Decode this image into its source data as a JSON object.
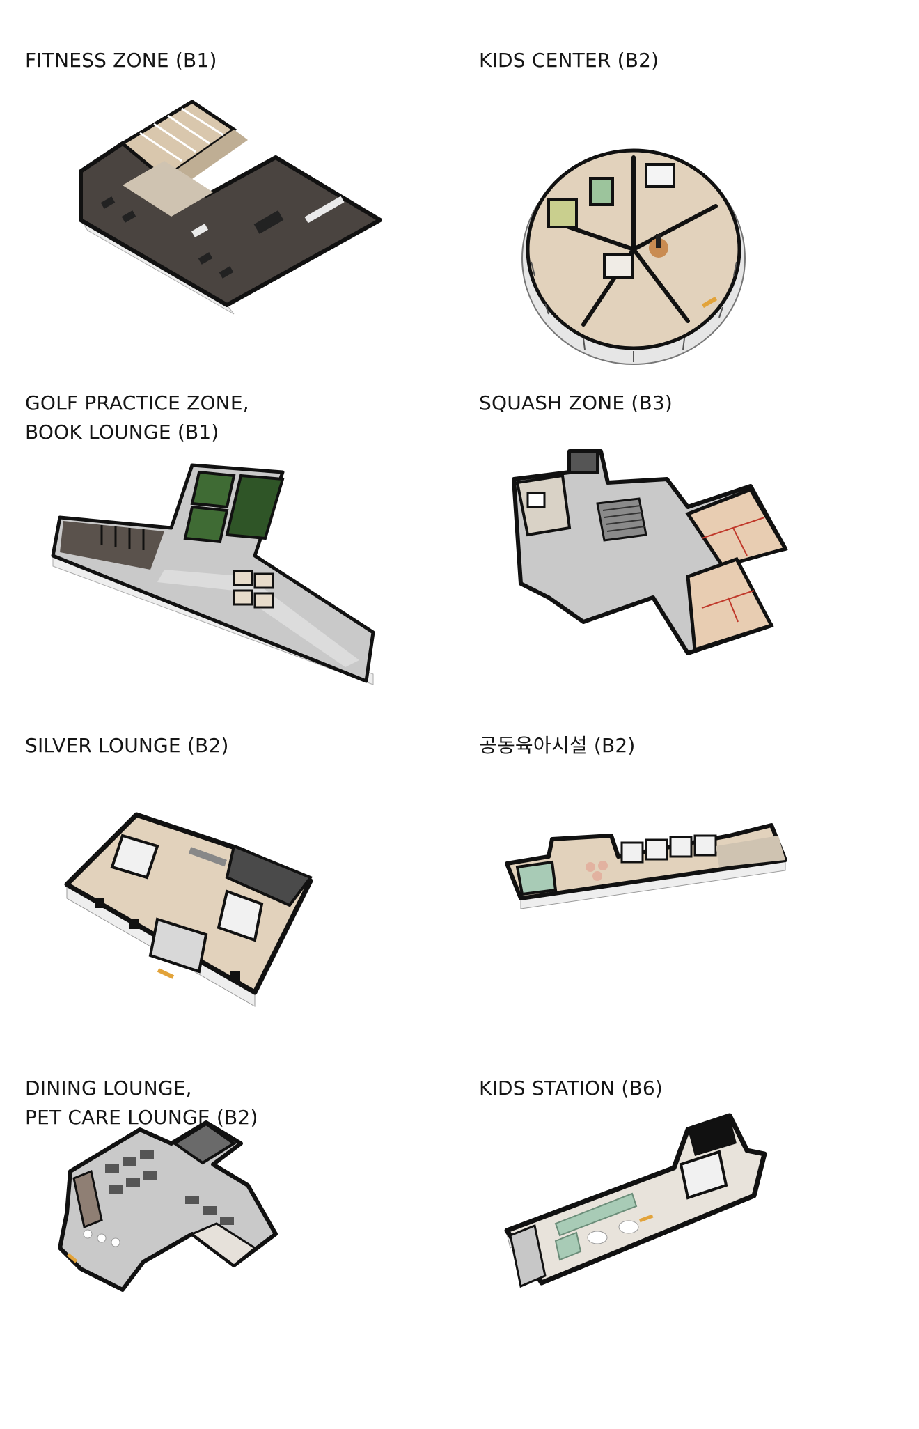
{
  "sections": [
    {
      "lines": [
        "FITNESS ZONE (B1)"
      ]
    },
    {
      "lines": [
        "KIDS CENTER (B2)"
      ]
    },
    {
      "lines": [
        "GOLF PRACTICE ZONE,",
        "BOOK LOUNGE (B1)"
      ]
    },
    {
      "lines": [
        "SQUASH ZONE (B3)"
      ]
    },
    {
      "lines": [
        "SILVER LOUNGE (B2)"
      ]
    },
    {
      "lines": [
        "공동육아시설 (B2)"
      ]
    },
    {
      "lines": [
        "DINING LOUNGE,",
        "PET CARE LOUNGE (B2)"
      ]
    },
    {
      "lines": [
        "KIDS STATION (B6)"
      ]
    }
  ],
  "colors": {
    "wall": "#111111",
    "wood_floor": "#d9c7ad",
    "dark_floor": "#4a4440",
    "grey_floor": "#c9c9c9",
    "turf": "#3f6b34",
    "mint": "#a8cbb6",
    "glass": "#eeeeee"
  }
}
